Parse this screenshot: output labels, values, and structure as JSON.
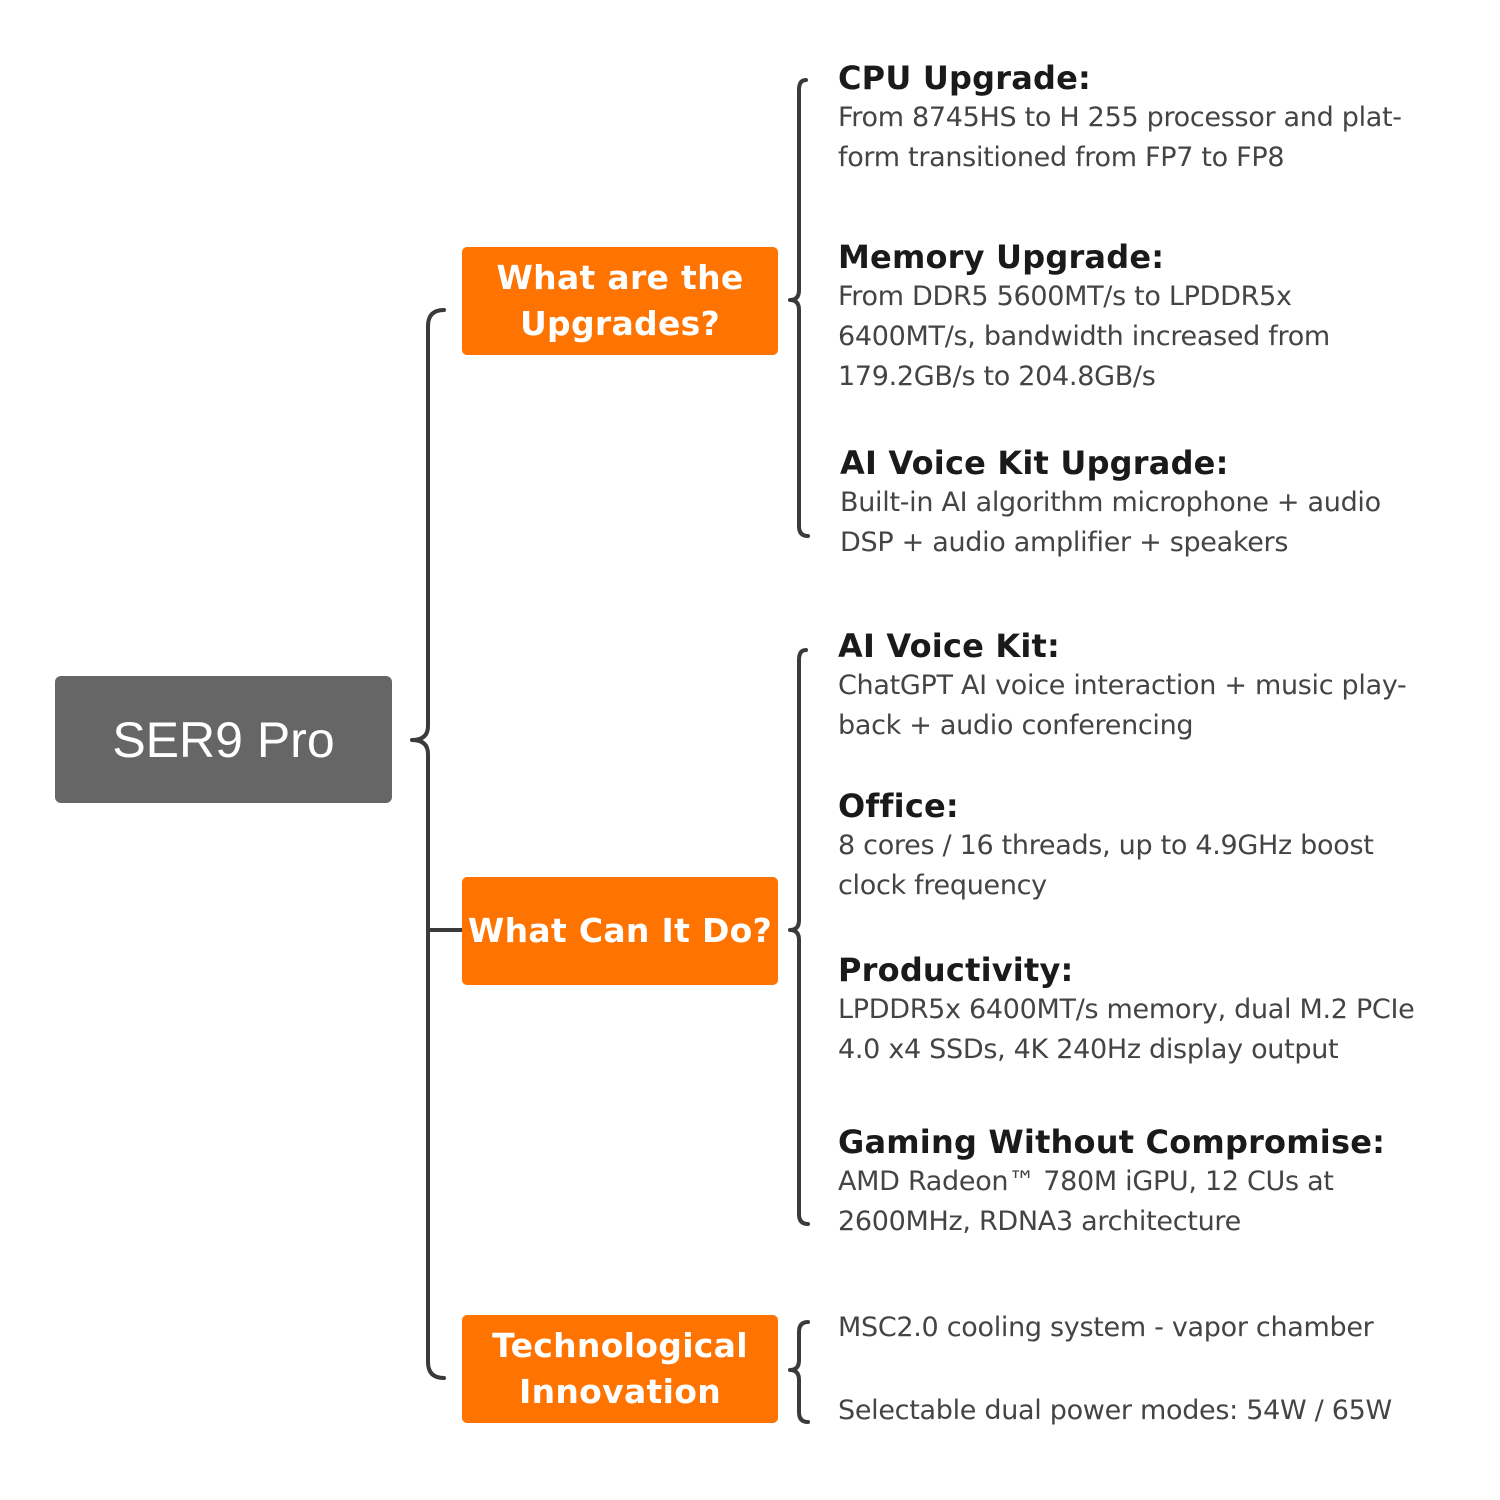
{
  "root": {
    "label": "SER9 Pro",
    "color": "#666666"
  },
  "accent_color": "#ff7300",
  "line_color": "#3a3a3a",
  "branches": [
    {
      "label": "What are the\nUpgrades?",
      "items": [
        {
          "title": "CPU Upgrade:",
          "text": "From 8745HS to H 255 processor and plat-\nform transitioned from FP7 to FP8"
        },
        {
          "title": "Memory Upgrade:",
          "text": "From DDR5 5600MT/s to LPDDR5x\n6400MT/s, bandwidth increased from\n179.2GB/s to 204.8GB/s"
        },
        {
          "title": "AI Voice Kit Upgrade:",
          "text": "Built-in AI algorithm microphone + audio\nDSP + audio amplifier + speakers"
        }
      ]
    },
    {
      "label": "What Can It Do?",
      "items": [
        {
          "title": "AI Voice Kit:",
          "text": "ChatGPT AI voice interaction + music play-\nback + audio conferencing"
        },
        {
          "title": "Office:",
          "text": "8 cores / 16 threads, up to 4.9GHz boost\nclock frequency"
        },
        {
          "title": "Productivity:",
          "text": "LPDDR5x 6400MT/s memory, dual M.2 PCIe\n4.0 x4 SSDs, 4K 240Hz display output"
        },
        {
          "title": "Gaming Without Compromise:",
          "text": "AMD Radeon™ 780M iGPU, 12 CUs at\n2600MHz, RDNA3 architecture"
        }
      ]
    },
    {
      "label": "Technological\nInnovation",
      "items": [
        {
          "text": "MSC2.0 cooling system - vapor chamber"
        },
        {
          "text": "Selectable dual power modes: 54W / 65W"
        }
      ]
    }
  ]
}
